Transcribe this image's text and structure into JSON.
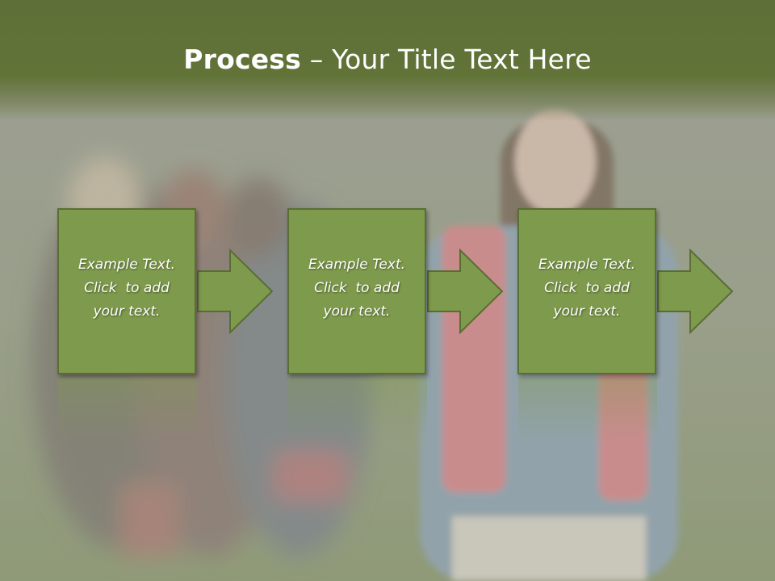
{
  "slide": {
    "title_bold": "Process",
    "title_dash": " – ",
    "title_rest": "Your Title Text Here"
  },
  "steps": [
    {
      "lines": [
        "Example Text.",
        "Click  to add",
        "your text."
      ]
    },
    {
      "lines": [
        "Example Text.",
        "Click  to add",
        "your text."
      ]
    },
    {
      "lines": [
        "Example Text.",
        "Click  to add",
        "your text."
      ]
    }
  ],
  "colors": {
    "header": "#627338",
    "box_fill": "#7e9a4c",
    "box_border": "#5a6e33",
    "arrow_fill": "#7e9a4c",
    "text": "#ffffff"
  }
}
